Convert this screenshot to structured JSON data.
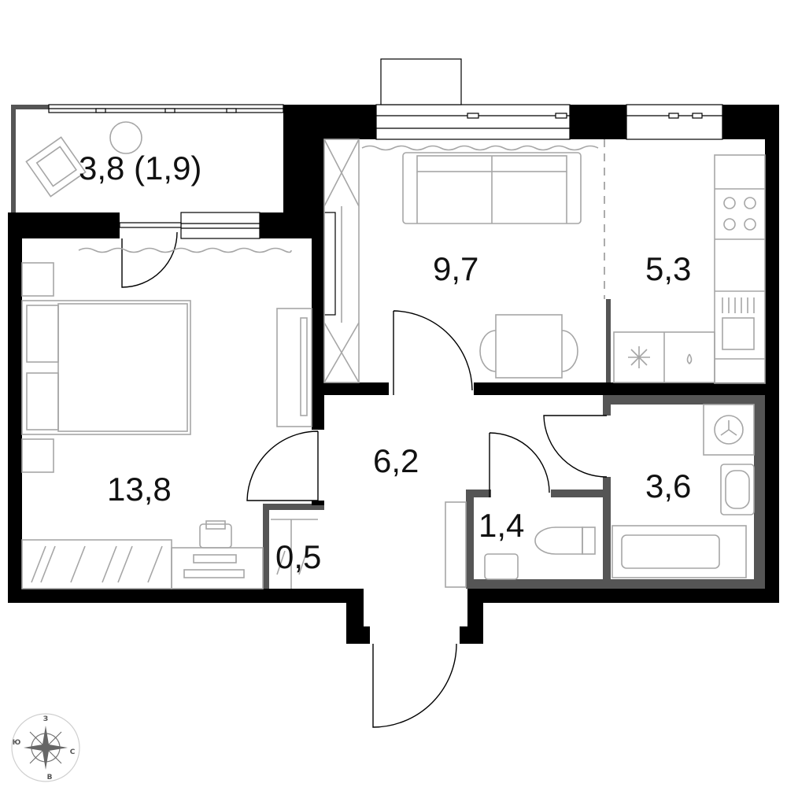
{
  "plan": {
    "rooms": [
      {
        "id": "balcony",
        "label": "3,8 (1,9)"
      },
      {
        "id": "living",
        "label": "9,7"
      },
      {
        "id": "kitchen",
        "label": "5,3"
      },
      {
        "id": "bedroom",
        "label": "13,8"
      },
      {
        "id": "hall",
        "label": "6,2"
      },
      {
        "id": "bathroom",
        "label": "3,6"
      },
      {
        "id": "toilet",
        "label": "1,4"
      },
      {
        "id": "closet",
        "label": "0,5"
      }
    ]
  },
  "compass": {
    "icon": "compass-rose-icon",
    "north_letter": "З",
    "east_letter": "С",
    "south_letter": "В",
    "west_letter": "Ю"
  },
  "colors": {
    "wall": "#000000",
    "interior_wall": "#555555",
    "furniture": "#a6a6a6"
  }
}
